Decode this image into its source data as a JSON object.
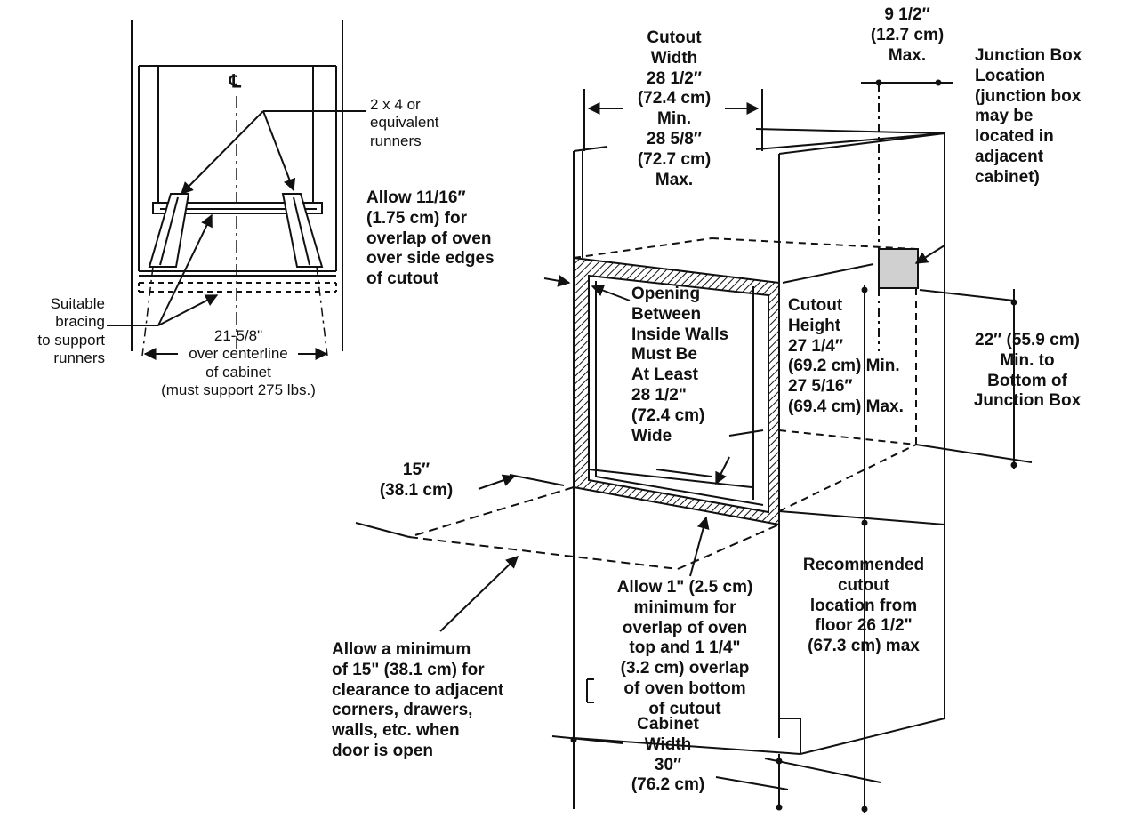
{
  "centerline_symbol": "℄",
  "inset": {
    "runners": "2 x 4 or\nequivalent\nrunners",
    "bracing": "Suitable\nbracing\nto support\nrunners",
    "span": "21-5/8\"\nover centerline\nof cabinet\n(must support 275 lbs.)"
  },
  "labels": {
    "cutout_width": "Cutout\nWidth\n28 1/2″\n(72.4 cm)\nMin.\n28 5/8″\n(72.7 cm)\nMax.",
    "junction_offset": "9 1/2″\n(12.7 cm)\nMax.",
    "junction_location": "Junction Box\nLocation\n(junction box\nmay be\nlocated in\nadjacent\ncabinet)",
    "side_overlap": "Allow 11/16″\n(1.75 cm)  for\noverlap of oven\nover side edges\nof cutout",
    "opening": "Opening\nBetween\nInside Walls\nMust Be\nAt Least\n28 1/2\"\n(72.4 cm)\nWide",
    "cutout_height": "Cutout\nHeight\n27 1/4″\n(69.2 cm) Min.\n27 5/16″\n(69.4 cm) Max.",
    "junction_height": "22″ (55.9 cm)\nMin. to\nBottom of\nJunction Box",
    "door_clear_dim": "15″\n(38.1 cm)",
    "top_bottom_overlap": "Allow 1\" (2.5 cm)\nminimum for\noverlap of oven\ntop and 1 1/4\"\n(3.2 cm) overlap\nof oven bottom\nof cutout",
    "floor_location": "Recommended\ncutout\nlocation from\nfloor 26 1/2\"\n(67.3 cm) max",
    "door_clearance": "Allow a minimum\nof 15\" (38.1 cm) for\nclearance to adjacent\ncorners, drawers,\nwalls, etc. when\ndoor is open",
    "cabinet_width": "Cabinet\nWidth\n30″\n(76.2 cm)"
  },
  "colors": {
    "line": "#111111",
    "junction_box": "#d0d0d0"
  }
}
